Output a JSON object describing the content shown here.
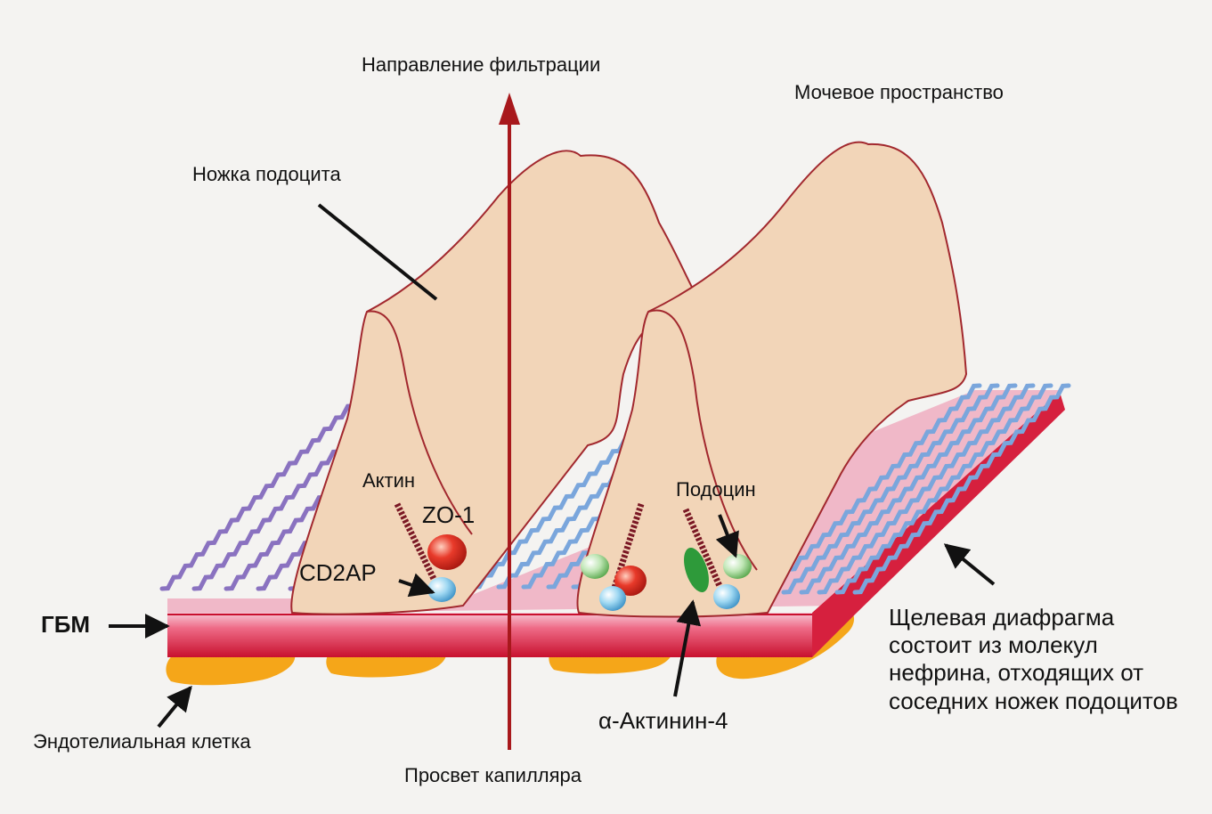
{
  "labels": {
    "filtration_direction": "Направление фильтрации",
    "urinary_space": "Мочевое пространство",
    "podocyte_foot": "Ножка подоцита",
    "actin": "Актин",
    "zo1": "ZO-1",
    "cd2ap": "CD2AP",
    "podocin": "Подоцин",
    "gbm": "ГБМ",
    "slit_diaphragm": "Щелевая диафрагма состоит из  молекул нефрина, отходящих от соседних ножек подоцитов",
    "endothelial_cell": "Эндотелиальная клетка",
    "alpha_actinin4": "α-Актинин-4",
    "capillary_lumen": "Просвет капилляра"
  },
  "colors": {
    "background": "#f4f3f1",
    "podocyte_fill": "#f2d5b8",
    "podocyte_outline": "#a2282e",
    "gbm_red": "#d6203e",
    "gbm_pink": "#f0b8c8",
    "endothelial": "#f5a619",
    "nephrin_blue": "#7aa6dc",
    "nephrin_purple": "#8a72c0",
    "arrow_red": "#a8181c",
    "zo1": "#e0342a",
    "cd2ap": "#8fd0ee",
    "podocin": "#a8dca0",
    "alpha_actinin": "#2e9a3a",
    "actin_fiber": "#7a1824"
  }
}
